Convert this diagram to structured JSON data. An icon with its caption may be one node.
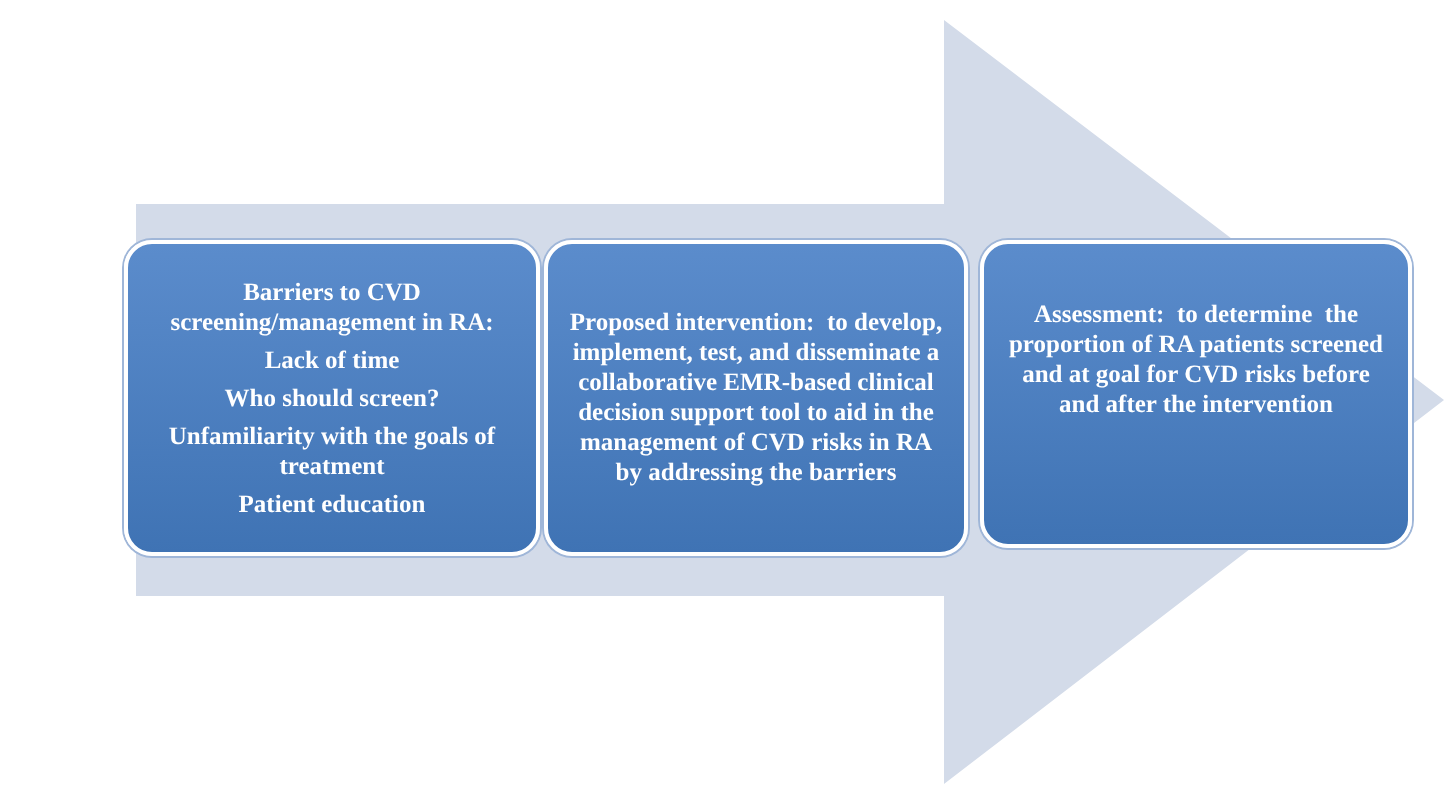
{
  "diagram": {
    "nodes": [
      {
        "text": [
          "Barriers to CVD screening/management in RA:",
          "Lack of time",
          "Who should screen?",
          "Unfamiliarity with the goals of treatment",
          "Patient education"
        ]
      },
      {
        "text": [
          "Proposed intervention:  to develop, implement, test, and disseminate a collaborative EMR-based clinical decision support tool to aid in the management of CVD risks in RA by addressing the barriers"
        ]
      },
      {
        "text": [
          "Assessment:  to determine  the proportion of RA patients screened and at goal for CVD risks before and after the intervention"
        ]
      }
    ],
    "edges": [
      {
        "from": 0,
        "to": 2,
        "arrow": "to"
      }
    ]
  }
}
